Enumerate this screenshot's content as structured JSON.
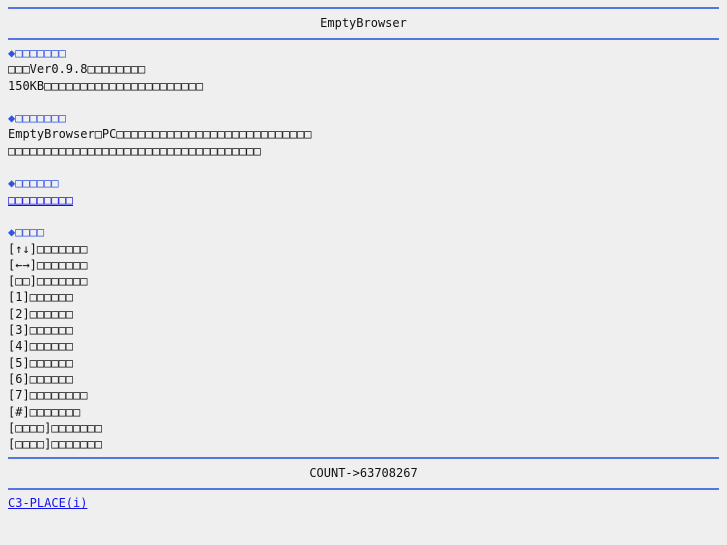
{
  "title": "EmptyBrowser",
  "sections": [
    {
      "heading": "◆□□□□□□□",
      "lines": [
        "□□□Ver0.9.8□□□□□□□□",
        "150KB□□□□□□□□□□□□□□□□□□□□□□"
      ]
    },
    {
      "heading": "◆□□□□□□□",
      "lines": [
        "EmptyBrowser□PC□□□□□□□□□□□□□□□□□□□□□□□□□□□",
        "□□□□□□□□□□□□□□□□□□□□□□□□□□□□□□□□□□□"
      ]
    },
    {
      "heading": "◆□□□□□□",
      "link": "□□□□□□□□□"
    },
    {
      "heading": "◆□□□□",
      "keys": [
        "[↑↓]□□□□□□□",
        "[←→]□□□□□□□",
        "[□□]□□□□□□□",
        "[1]□□□□□□",
        "[2]□□□□□□",
        "[3]□□□□□□",
        "[4]□□□□□□",
        "[5]□□□□□□",
        "[6]□□□□□□",
        "[7]□□□□□□□□",
        "[#]□□□□□□□",
        "[□□□□]□□□□□□□",
        "[□□□□]□□□□□□□"
      ]
    }
  ],
  "counter": "COUNT->63708267",
  "footer_link": "C3-PLACE(i)"
}
